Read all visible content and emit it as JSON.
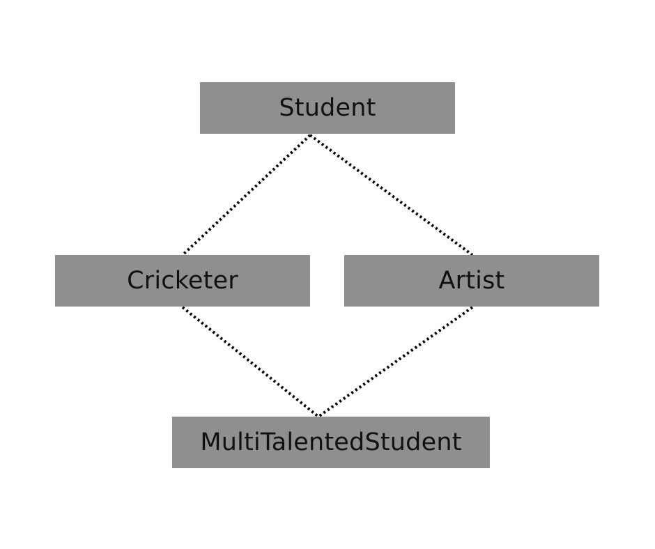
{
  "diagram": {
    "type": "class-inheritance-diamond",
    "node_fill": "#8f8f8f",
    "text_color": "#111111",
    "link_style": "dotted",
    "link_color": "#000000",
    "nodes": [
      {
        "id": "student",
        "label": "Student"
      },
      {
        "id": "cricketer",
        "label": "Cricketer"
      },
      {
        "id": "artist",
        "label": "Artist"
      },
      {
        "id": "multi",
        "label": "MultiTalentedStudent"
      }
    ],
    "edges": [
      {
        "from": "student",
        "to": "cricketer"
      },
      {
        "from": "student",
        "to": "artist"
      },
      {
        "from": "cricketer",
        "to": "multi"
      },
      {
        "from": "artist",
        "to": "multi"
      }
    ]
  }
}
